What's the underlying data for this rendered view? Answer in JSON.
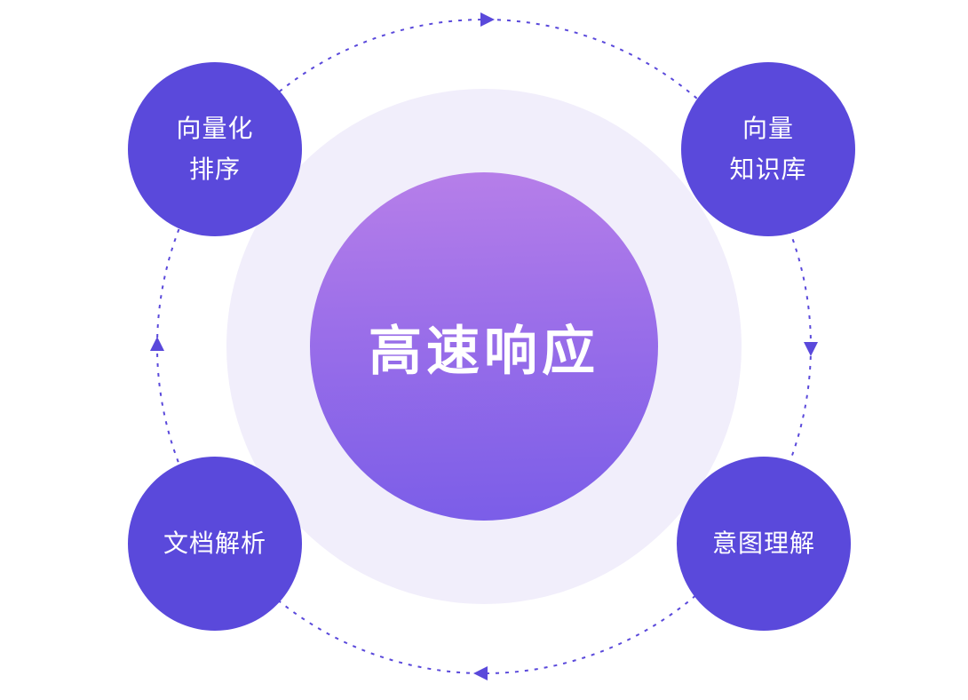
{
  "diagram": {
    "center": {
      "label": "高速响应"
    },
    "nodes": [
      {
        "id": "top-left",
        "lines": [
          "向量化",
          "排序"
        ]
      },
      {
        "id": "top-right",
        "lines": [
          "向量",
          "知识库"
        ]
      },
      {
        "id": "bottom-left",
        "lines": [
          "文档解析"
        ]
      },
      {
        "id": "bottom-right",
        "lines": [
          "意图理解"
        ]
      }
    ],
    "icons": {
      "orbit_arrows": [
        "orbit-arrow-top",
        "orbit-arrow-right",
        "orbit-arrow-bottom",
        "orbit-arrow-left"
      ],
      "radial_arrows": [
        "radial-arrow-top-left",
        "radial-arrow-top-right",
        "radial-arrow-bottom-left",
        "radial-arrow-bottom-right"
      ]
    },
    "colors": {
      "node_fill": "#5a49db",
      "orbit_stroke": "#5a49db",
      "halo_fill": "#f1eefb",
      "radial_arrow_fill": "#cfc5f5",
      "center_gradient_top": "#b77fe9",
      "center_gradient_bottom": "#7a5de8",
      "label_text": "#ffffff"
    }
  }
}
